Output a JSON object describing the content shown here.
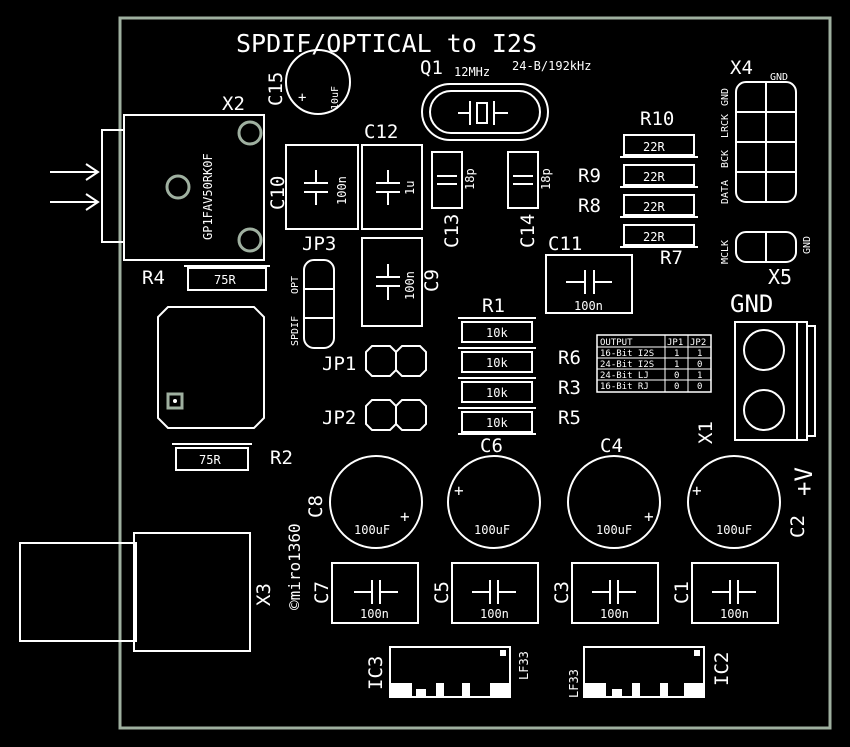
{
  "board": {
    "title": "SPDIF/OPTICAL to I2S",
    "author": "©miro1360",
    "outline_color": "#9fb0a0",
    "silk_color": "#ffffff",
    "bg_color": "#000000"
  },
  "crystal": {
    "ref": "Q1",
    "value": "12MHz",
    "note": "24-B/192kHz"
  },
  "headers": {
    "X4": {
      "ref": "X4",
      "pins": [
        "GND",
        "GND",
        "LRCK",
        "BCK",
        "DATA"
      ]
    },
    "X4b": {
      "pins": [
        "MCLK",
        "GND"
      ]
    },
    "X5": {
      "ref": "X5",
      "label": "GND"
    },
    "X1": {
      "ref": "X1",
      "label": "+V"
    },
    "X2": {
      "ref": "X2",
      "part": "GP1FAV50RK0F"
    },
    "X3": {
      "ref": "X3"
    },
    "JP1": {
      "ref": "JP1"
    },
    "JP2": {
      "ref": "JP2"
    },
    "JP3": {
      "ref": "JP3",
      "opt": "OPT",
      "spdif": "SPDIF"
    }
  },
  "resistors": {
    "R1": {
      "ref": "R1",
      "value": "10k"
    },
    "R2": {
      "ref": "R2",
      "value": "75R"
    },
    "R3": {
      "ref": "R3",
      "value": "10k"
    },
    "R4": {
      "ref": "R4",
      "value": "75R"
    },
    "R5": {
      "ref": "R5",
      "value": "10k"
    },
    "R6": {
      "ref": "R6",
      "value": "10k"
    },
    "R7": {
      "ref": "R7",
      "value": "22R"
    },
    "R8": {
      "ref": "R8",
      "value": "22R"
    },
    "R9": {
      "ref": "R9",
      "value": "22R"
    },
    "R10": {
      "ref": "R10",
      "value": "22R"
    }
  },
  "capacitors": {
    "C1": {
      "ref": "C1",
      "value": "100n"
    },
    "C2": {
      "ref": "C2",
      "value": "100uF"
    },
    "C3": {
      "ref": "C3",
      "value": "100n"
    },
    "C4": {
      "ref": "C4",
      "value": "100uF"
    },
    "C5": {
      "ref": "C5",
      "value": "100n"
    },
    "C6": {
      "ref": "C6",
      "value": "100uF"
    },
    "C7": {
      "ref": "C7",
      "value": "100n"
    },
    "C8": {
      "ref": "C8",
      "value": "100uF"
    },
    "C9": {
      "ref": "C9",
      "value": "100n"
    },
    "C10": {
      "ref": "C10",
      "value": "100n"
    },
    "C11": {
      "ref": "C11",
      "value": "100n"
    },
    "C12": {
      "ref": "C12",
      "value": "1u"
    },
    "C13": {
      "ref": "C13",
      "value": "18p"
    },
    "C14": {
      "ref": "C14",
      "value": "18p"
    },
    "C15": {
      "ref": "C15",
      "value": "10uF"
    }
  },
  "ics": {
    "IC2": {
      "ref": "IC2",
      "value": "LF33"
    },
    "IC3": {
      "ref": "IC3",
      "value": "LF33"
    }
  },
  "output_table": {
    "headers": [
      "OUTPUT",
      "JP1",
      "JP2"
    ],
    "rows": [
      [
        "16-Bit I2S",
        "1",
        "1"
      ],
      [
        "24-Bit I2S",
        "1",
        "0"
      ],
      [
        "24-Bit LJ",
        "0",
        "1"
      ],
      [
        "16-Bit RJ",
        "0",
        "0"
      ]
    ]
  }
}
